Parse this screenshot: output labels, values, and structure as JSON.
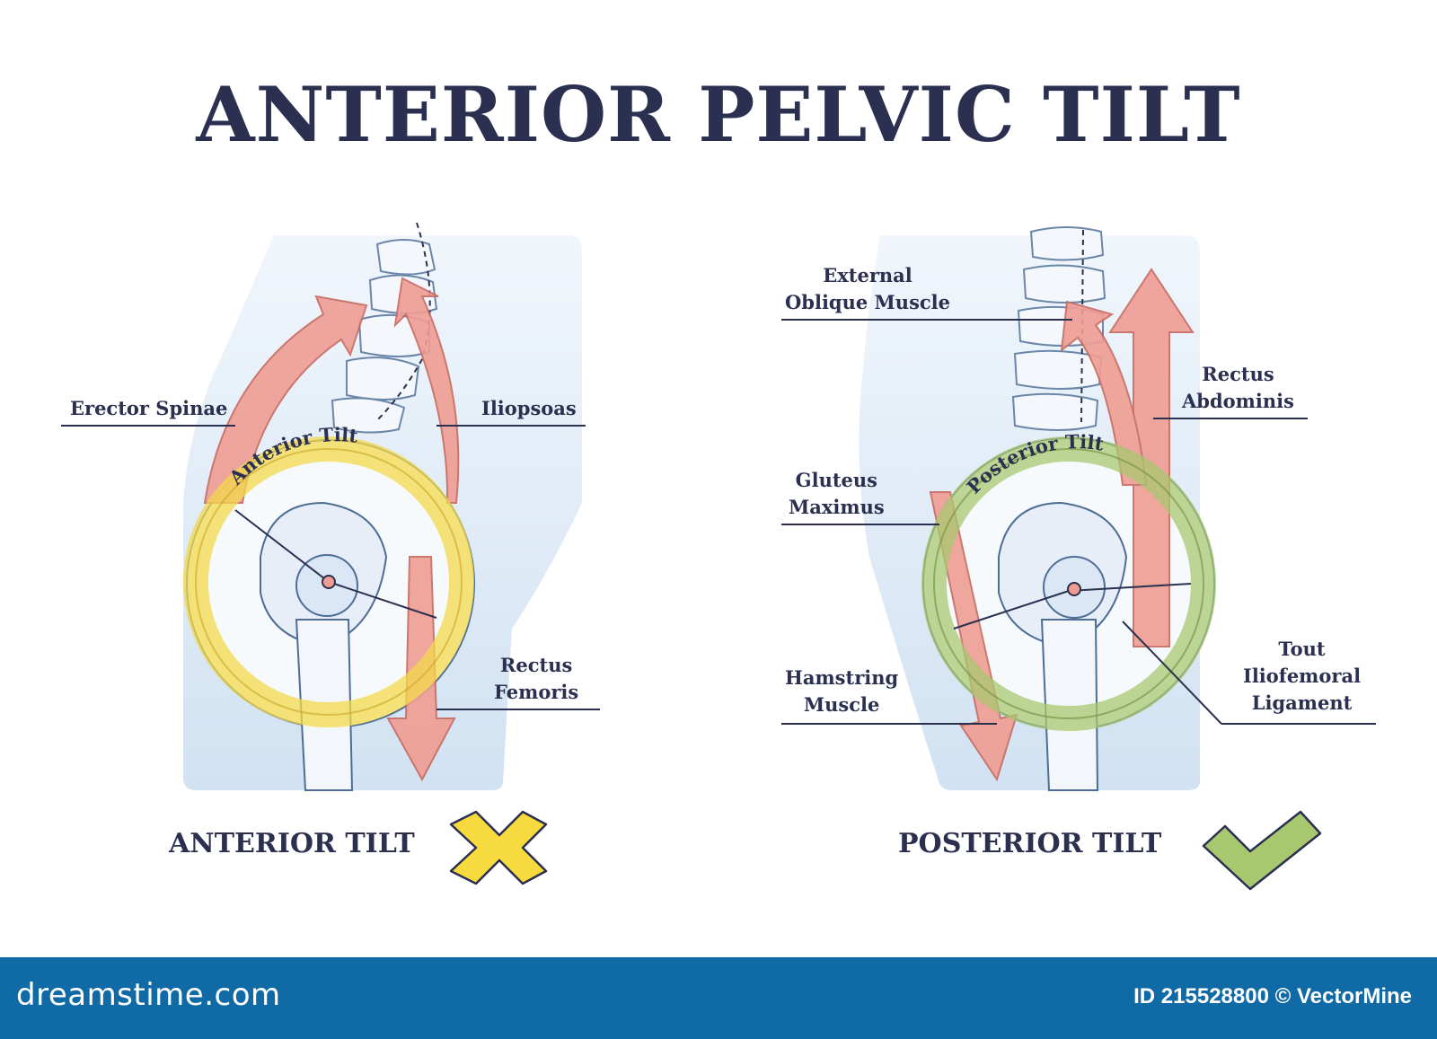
{
  "title": "ANTERIOR PELVIC TILT",
  "left_panel": {
    "caption": "ANTERIOR TILT",
    "ring_label": "Anterior Tilt",
    "labels": {
      "erector_spinae": "Erector Spinae",
      "iliopsoas": "Iliopsoas",
      "rectus_femoris": "Rectus\nFemoris"
    },
    "status_icon": "x-mark-icon",
    "ring_color": "#f3d84a",
    "arrow_color": "#e8847a"
  },
  "right_panel": {
    "caption": "POSTERIOR TILT",
    "ring_label": "Posterior Tilt",
    "labels": {
      "external_oblique": "External\nOblique Muscle",
      "rectus_abdominis": "Rectus\nAbdominis",
      "gluteus_maximus": "Gluteus\nMaximus",
      "hamstring": "Hamstring\nMuscle",
      "iliofemoral": "Tout\nIliofemoral\nLigament"
    },
    "status_icon": "check-mark-icon",
    "ring_color": "#a8c870",
    "arrow_color": "#e8847a"
  },
  "footer": {
    "site": "dreamstime.com",
    "credit": "ID 215528800 © VectorMine"
  }
}
